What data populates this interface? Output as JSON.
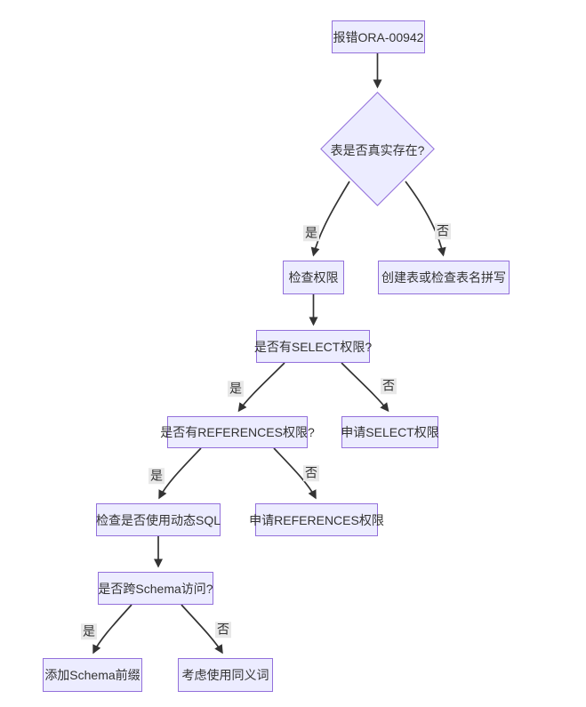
{
  "diagram": {
    "type": "flowchart",
    "direction": "top-down",
    "nodes": [
      {
        "id": "A",
        "shape": "rect",
        "label": "报错ORA-00942"
      },
      {
        "id": "B",
        "shape": "diamond",
        "label": "表是否真实存在?"
      },
      {
        "id": "C",
        "shape": "rect",
        "label": "检查权限"
      },
      {
        "id": "D",
        "shape": "rect",
        "label": "创建表或检查表名拼写"
      },
      {
        "id": "E",
        "shape": "rect",
        "label": "是否有SELECT权限?"
      },
      {
        "id": "F",
        "shape": "rect",
        "label": "是否有REFERENCES权限?"
      },
      {
        "id": "G",
        "shape": "rect",
        "label": "申请SELECT权限"
      },
      {
        "id": "H",
        "shape": "rect",
        "label": "检查是否使用动态SQL"
      },
      {
        "id": "I",
        "shape": "rect",
        "label": "申请REFERENCES权限"
      },
      {
        "id": "J",
        "shape": "rect",
        "label": "是否跨Schema访问?"
      },
      {
        "id": "K",
        "shape": "rect",
        "label": "添加Schema前缀"
      },
      {
        "id": "L",
        "shape": "rect",
        "label": "考虑使用同义词"
      }
    ],
    "edges": [
      {
        "from": "A",
        "to": "B",
        "label": ""
      },
      {
        "from": "B",
        "to": "C",
        "label": "是"
      },
      {
        "from": "B",
        "to": "D",
        "label": "否"
      },
      {
        "from": "C",
        "to": "E",
        "label": ""
      },
      {
        "from": "E",
        "to": "F",
        "label": "是"
      },
      {
        "from": "E",
        "to": "G",
        "label": "否"
      },
      {
        "from": "F",
        "to": "H",
        "label": "是"
      },
      {
        "from": "F",
        "to": "I",
        "label": "否"
      },
      {
        "from": "H",
        "to": "J",
        "label": ""
      },
      {
        "from": "J",
        "to": "K",
        "label": "是"
      },
      {
        "from": "J",
        "to": "L",
        "label": "否"
      }
    ],
    "colors": {
      "node_fill": "#ECECFF",
      "node_border": "#9370DB",
      "edge": "#333333",
      "label_bg": "#e8e8e8",
      "text": "#333333",
      "background": "#ffffff"
    }
  }
}
